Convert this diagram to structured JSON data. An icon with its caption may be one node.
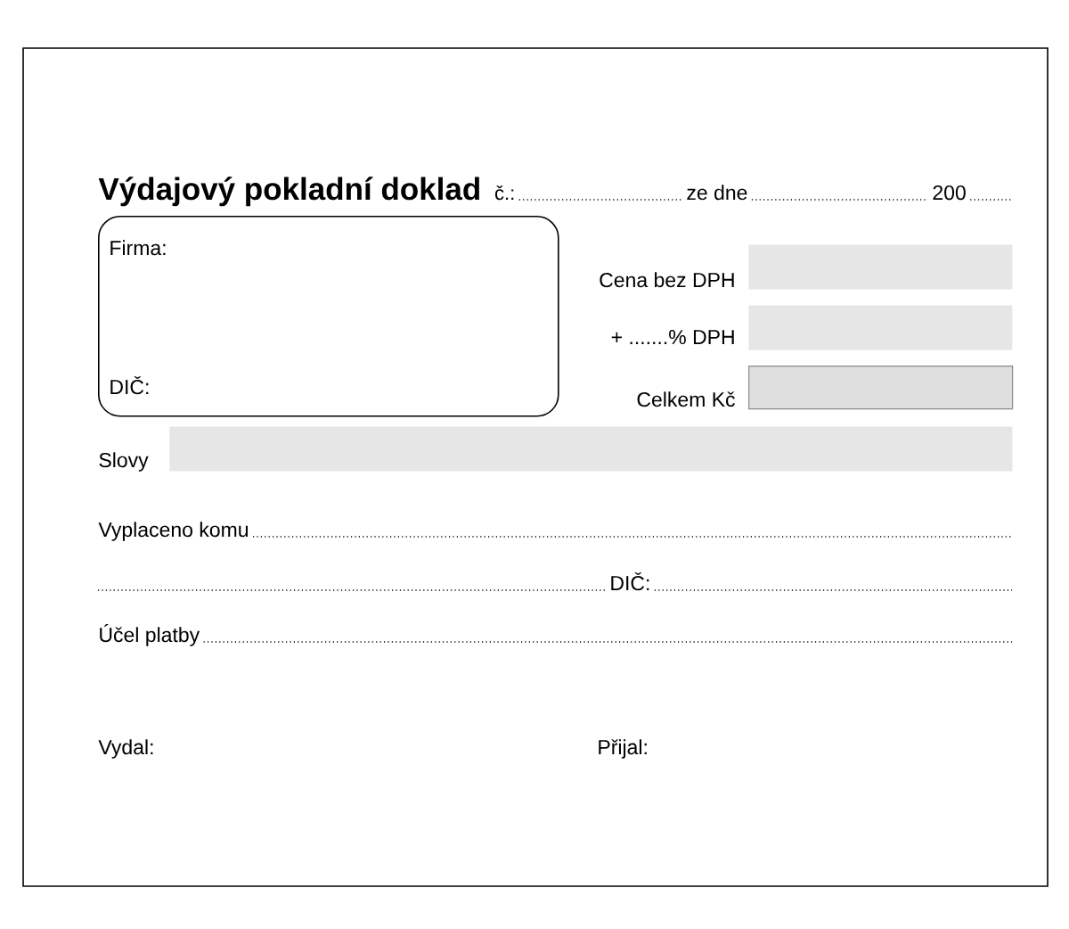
{
  "diagram": {
    "title": "Výdajový pokladní doklad",
    "nodes": [
      {
        "text": [
          "Firma:",
          "DIČ:"
        ]
      },
      {
        "text": [],
        "shape": "box",
        "beside": [
          "Cena bez DPH"
        ]
      },
      {
        "text": [],
        "shape": "box",
        "beside": [
          "+ .......% DPH"
        ]
      },
      {
        "text": [],
        "shape": "box",
        "beside": [
          "Celkem Kč"
        ]
      },
      {
        "text": [],
        "shape": "box",
        "beside": [
          "Slovy"
        ]
      }
    ],
    "labels": [
      "č.:",
      "ze dne",
      "200",
      "Vyplaceno komu",
      "DIČ:",
      "Účel platby",
      "Vydal:",
      "Přijal:"
    ]
  }
}
